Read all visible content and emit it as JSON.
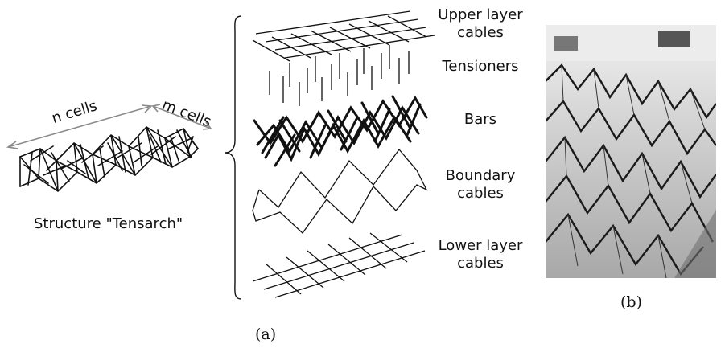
{
  "structure": {
    "n_cells_label": "n cells",
    "m_cells_label": "m cells",
    "title": "Structure \"Tensarch\""
  },
  "layers": {
    "upper": "Upper layer cables",
    "tensioners": "Tensioners",
    "bars": "Bars",
    "boundary": "Boundary cables",
    "lower": "Lower layer cables"
  },
  "captions": {
    "a": "(a)",
    "b": "(b)"
  },
  "colors": {
    "arrow": "#8a8a8a",
    "ink": "#111111",
    "photo_bg": "#cfcfcf"
  }
}
